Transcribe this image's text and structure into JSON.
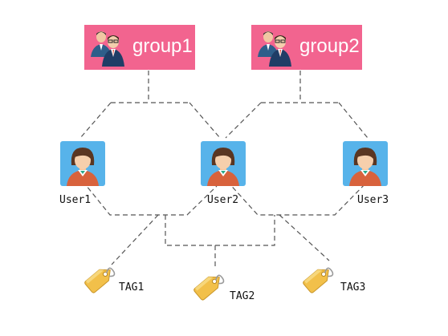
{
  "diagram": {
    "groups": [
      {
        "id": "group1",
        "label": "group1",
        "icon": "users-icon"
      },
      {
        "id": "group2",
        "label": "group2",
        "icon": "users-icon"
      }
    ],
    "users": [
      {
        "id": "user1",
        "label": "User1",
        "icon": "user-avatar-icon"
      },
      {
        "id": "user2",
        "label": "User2",
        "icon": "user-avatar-icon"
      },
      {
        "id": "user3",
        "label": "User3",
        "icon": "user-avatar-icon"
      }
    ],
    "tags": [
      {
        "id": "tag1",
        "label": "TAG1",
        "icon": "tag-icon"
      },
      {
        "id": "tag2",
        "label": "TAG2",
        "icon": "tag-icon"
      },
      {
        "id": "tag3",
        "label": "TAG3",
        "icon": "tag-icon"
      }
    ],
    "edges": [
      {
        "from": "group1",
        "to": "user1"
      },
      {
        "from": "group1",
        "to": "user2"
      },
      {
        "from": "group2",
        "to": "user2"
      },
      {
        "from": "group2",
        "to": "user3"
      },
      {
        "from": "user1",
        "to": "tag1"
      },
      {
        "from": "user2",
        "to": "tag1"
      },
      {
        "from": "user2",
        "to": "tag3"
      },
      {
        "from": "user3",
        "to": "tag3"
      },
      {
        "from": "tag1",
        "to": "tag2"
      },
      {
        "from": "tag3",
        "to": "tag2"
      }
    ],
    "colors": {
      "group_box": "#f2648f",
      "user_tile": "#57b3ea",
      "tag_gold": "#f2c04a",
      "connector": "#555555"
    }
  }
}
